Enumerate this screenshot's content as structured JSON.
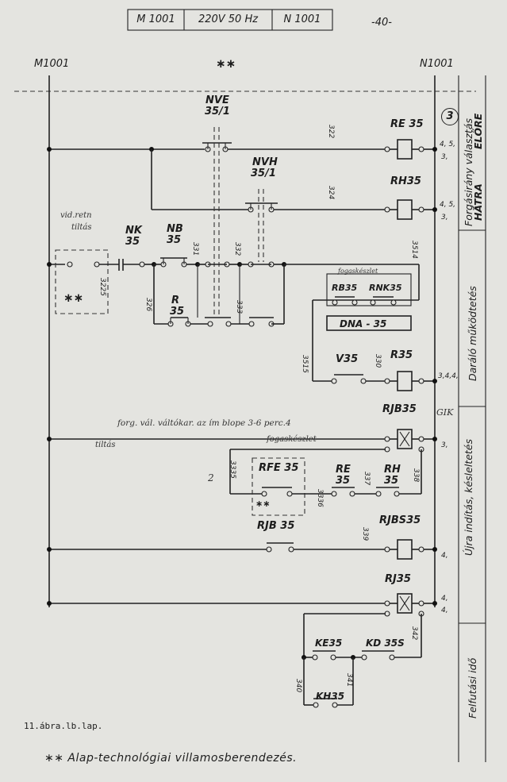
{
  "header": {
    "cell1": "M 1001",
    "cell2": "220V 50 Hz",
    "cell3": "N 1001",
    "page": "-40-"
  },
  "rails": {
    "left": "M1001",
    "right": "N1001",
    "stars": "∗∗"
  },
  "section_number": "3",
  "relays": {
    "re35": "RE 35",
    "rh35": "RH35",
    "r35": "R35",
    "rjb35": "RJB35",
    "rjbs35": "RJBS35",
    "rj35": "RJ35"
  },
  "contacts": {
    "nve": "NVE",
    "nve_n": "35/1",
    "nvh": "NVH",
    "nvh_n": "35/1",
    "nk": "NK",
    "nk_n": "35",
    "nb": "NB",
    "nb_n": "35",
    "r": "R",
    "r_n": "35",
    "rb35": "RB35",
    "rnk35": "RNK35",
    "dna": "DNA - 35",
    "v35": "V35",
    "rfe35": "RFE 35",
    "re": "RE",
    "re_n": "35",
    "rh": "RH",
    "rh_n": "35",
    "rjb35_c": "RJB 35",
    "ke35": "KE35",
    "kd35s": "KD 35S",
    "kh35": "KH35"
  },
  "wires": {
    "w322": "322",
    "w324": "324",
    "w3514": "3514",
    "w331": "331",
    "w332": "332",
    "w3225": "3225",
    "w326": "326",
    "w333": "333",
    "w3515": "3515",
    "w330": "330",
    "w3335": "3335",
    "w3336": "3336",
    "w337": "337",
    "w338": "338",
    "w339": "339",
    "w342": "342",
    "w340": "340",
    "w341": "341"
  },
  "right_refs": {
    "r1": "4, 5,",
    "r1b": "3,",
    "r2": "4, 5,",
    "r2b": "3,",
    "r3": "3,4,4,",
    "r4": "3,",
    "r5": "4,",
    "r6": "4,",
    "r6b": "4,"
  },
  "side_labels": {
    "s1": "Forgásirány választás",
    "s1b": "ELŐRE",
    "s1c": "HÁTRA",
    "s2": "Daráló működtetés",
    "s3": "Újra indítás, késleltetés",
    "s4": "Felfutási idő"
  },
  "notes": {
    "n1": "vid.retn",
    "n1b": "tiltás",
    "n2": "forg. vál. váltókar. az ím blope 3-6 perc.4",
    "n3": "tiltás",
    "n4": "fogaskészlet",
    "n5": "GIK",
    "n6": "2",
    "n7": "∗∗",
    "n8": "∗∗"
  },
  "footer": {
    "ref": "11.ábra.lb.lap.",
    "legend": "∗∗ Alap-technológiai villamosberendezés."
  }
}
